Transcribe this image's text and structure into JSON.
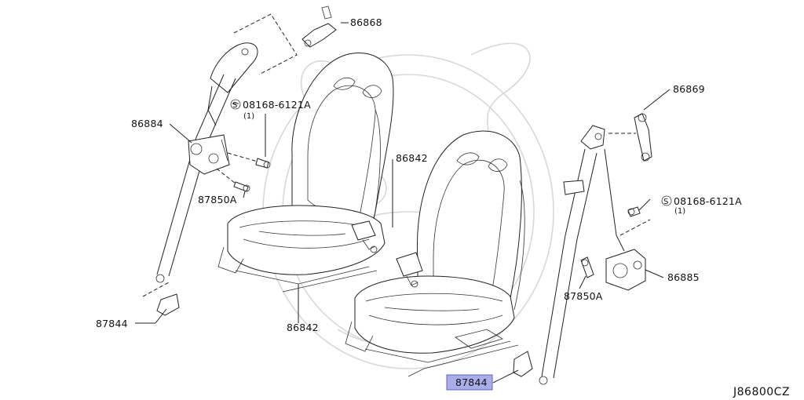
{
  "diagram_code": "J86800CZ",
  "highlight_color": "#a9aee8",
  "callouts": {
    "p86868": "86868",
    "p86884": "86884",
    "bolt_left": "08168-6121A",
    "bolt_left_qty": "(1)",
    "p87850a_left": "87850A",
    "p86842_upper": "86842",
    "p86842_lower": "86842",
    "p87844_left": "87844",
    "p86869": "86869",
    "bolt_right": "08168-6121A",
    "bolt_right_qty": "(1)",
    "p86885": "86885",
    "p87850a_right": "87850A",
    "p87844_right": "87844"
  }
}
